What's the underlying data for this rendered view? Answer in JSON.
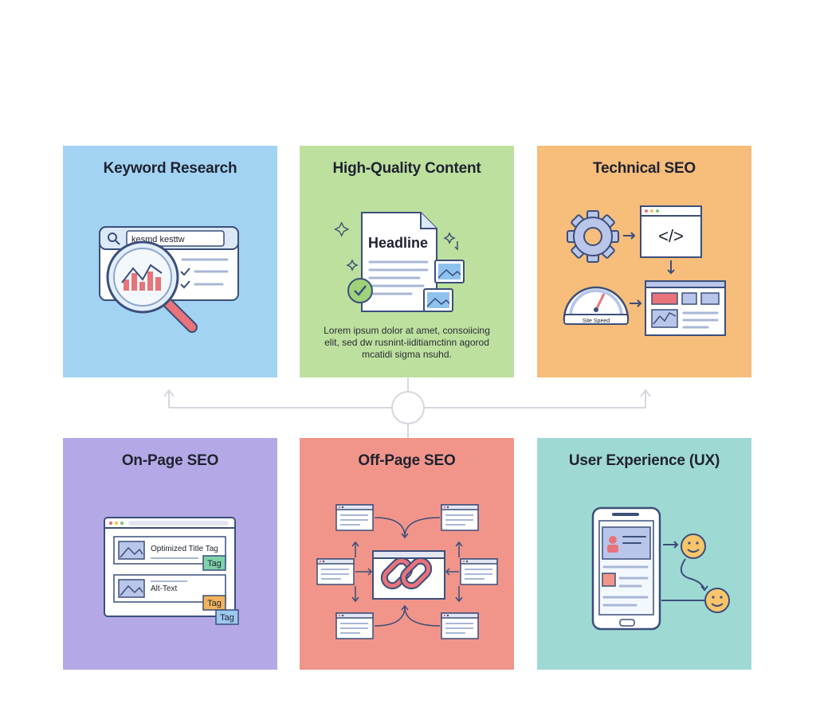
{
  "cards": {
    "keyword": {
      "title": "Keyword Research",
      "search_text": "kesmd kesttw"
    },
    "content": {
      "title": "High-Quality Content",
      "headline": "Headline",
      "lorem_1": "Lorem ipsum dolor at amet, consoiicing",
      "lorem_2": "elit, sed dw rusnint-iiditiamctinn agorod",
      "lorem_3": "mcatidi  sigma nsuhd."
    },
    "technical": {
      "title": "Technical SEO",
      "code_symbol": "</>",
      "gauge_label": "Site Speed"
    },
    "onpage": {
      "title": "On-Page SEO",
      "title_tag_label": "Optimized Title Tag",
      "alt_text_label": "Alt-Text",
      "tag_1": "Tag",
      "tag_2": "Tag",
      "tag_3": "Tag"
    },
    "offpage": {
      "title": "Off-Page SEO"
    },
    "ux": {
      "title": "User Experience (UX)"
    }
  },
  "colors": {
    "keyword": "#a3d3f3",
    "content": "#bde09e",
    "technical": "#f6bd7b",
    "onpage": "#b4a9e6",
    "offpage": "#f1958a",
    "ux": "#9fd9d3",
    "connector": "#d5d8de"
  }
}
